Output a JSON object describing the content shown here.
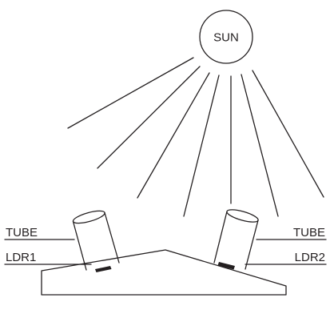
{
  "diagram": {
    "sun": {
      "label": "SUN"
    },
    "left_tube": {
      "label": "TUBE"
    },
    "left_ldr": {
      "label": "LDR1"
    },
    "right_tube": {
      "label": "TUBE"
    },
    "right_ldr": {
      "label": "LDR2"
    },
    "colors": {
      "stroke": "#231f20",
      "background": "#ffffff"
    }
  }
}
